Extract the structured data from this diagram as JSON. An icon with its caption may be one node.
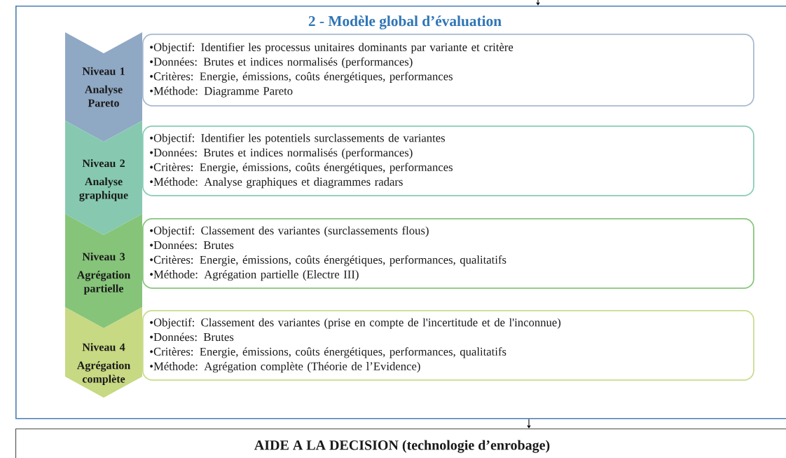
{
  "diagram": {
    "nodes": [
      {
        "text": [
          "2 - Modèle global d’évaluation"
        ]
      },
      {
        "text": [
          "Niveau 1",
          "Analyse Pareto"
        ],
        "in": 0
      },
      {
        "text": [
          "•Objectif: Identifier les processus unitaires dominants par variante et critère",
          "•Données: Brutes et indices normalisés (performances)",
          "•Critères: Energie, émissions, coûts énergétiques, performances",
          "•Méthode: Diagramme Pareto"
        ],
        "in": 0
      },
      {
        "text": [
          "Niveau 2",
          "Analyse graphique"
        ],
        "in": 0
      },
      {
        "text": [
          "•Objectif: Identifier les potentiels surclassements de variantes",
          "•Données: Brutes et indices normalisés (performances)",
          "•Critères: Energie, émissions, coûts énergétiques, performances",
          "•Méthode: Analyse graphiques et diagrammes radars"
        ],
        "in": 0
      },
      {
        "text": [
          "Niveau 3",
          "Agrégation partielle"
        ],
        "in": 0
      },
      {
        "text": [
          "•Objectif: Classement des variantes (surclassements flous)",
          "•Données: Brutes",
          "•Critères: Energie, émissions, coûts énergétiques, performances, qualitatifs",
          "•Méthode: Agrégation partielle (Electre III)"
        ],
        "in": 0
      },
      {
        "text": [
          "Niveau 4",
          "Agrégation complète"
        ],
        "in": 0
      },
      {
        "text": [
          "•Objectif: Classement des variantes (prise en compte de l'incertitude et de l'inconnue)",
          "•Données: Brutes",
          "•Critères: Energie, émissions, coûts énergétiques, performances, qualitatifs",
          "•Méthode: Agrégation complète (Théorie de l’Evidence)"
        ],
        "in": 0
      },
      {
        "text": [
          "AIDE A LA DECISION (technologie d’enrobage)"
        ]
      }
    ],
    "edges": [
      {
        "from": null,
        "to": 0,
        "arrow": "to"
      },
      {
        "from": 0,
        "to": 9,
        "arrow": "to"
      }
    ]
  }
}
